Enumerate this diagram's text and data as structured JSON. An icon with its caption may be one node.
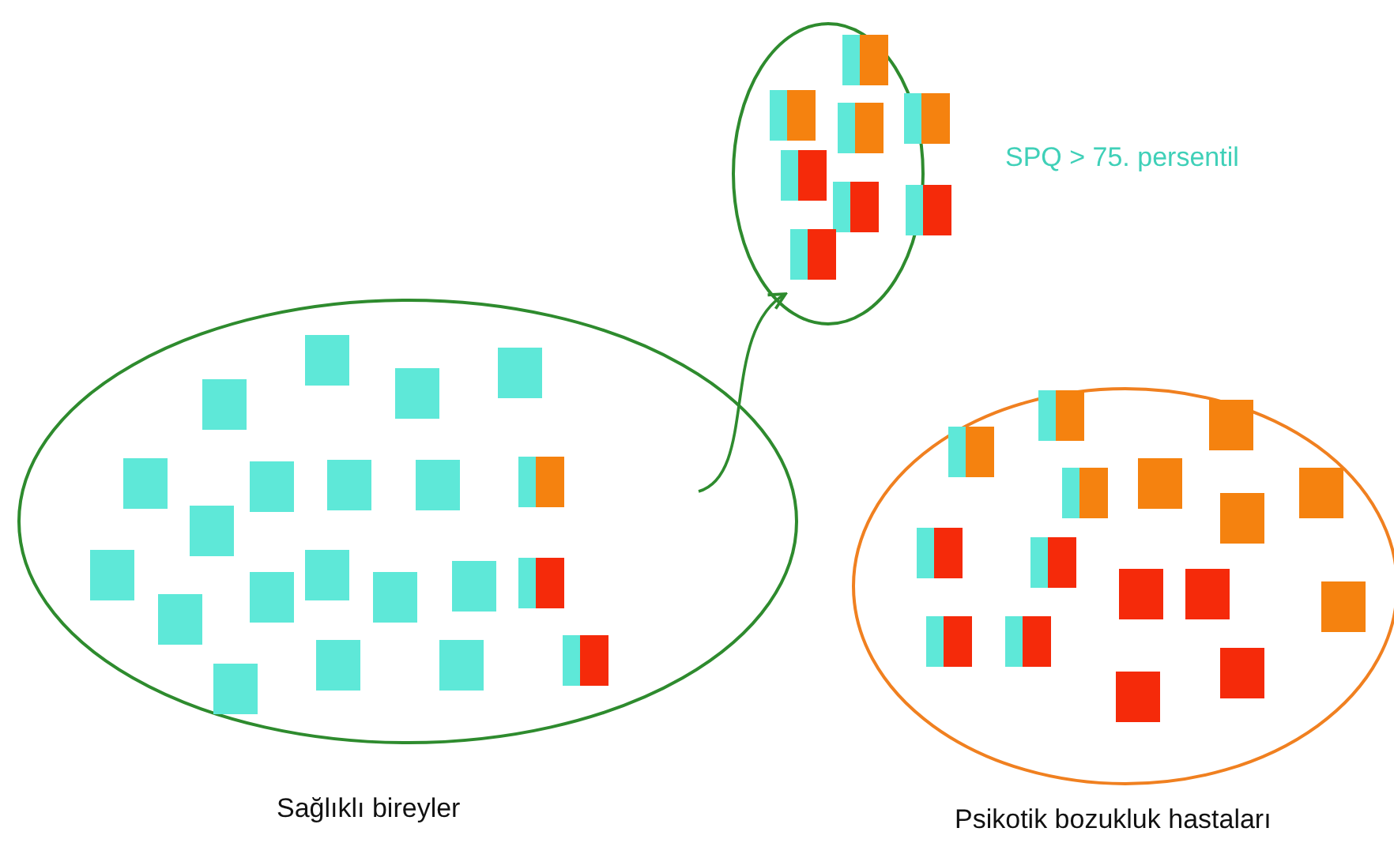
{
  "diagram": {
    "nodes": [
      {
        "text": [
          "Sağlıklı bireyler"
        ]
      },
      {
        "text": [],
        "shape": "ellipse",
        "beside": [
          "SPQ > 75. persentil"
        ]
      },
      {
        "text": [
          "Psikotik bozukluk hastaları"
        ]
      }
    ],
    "edges": [
      {
        "from": 0,
        "to": 1,
        "arrow": "to"
      }
    ]
  }
}
